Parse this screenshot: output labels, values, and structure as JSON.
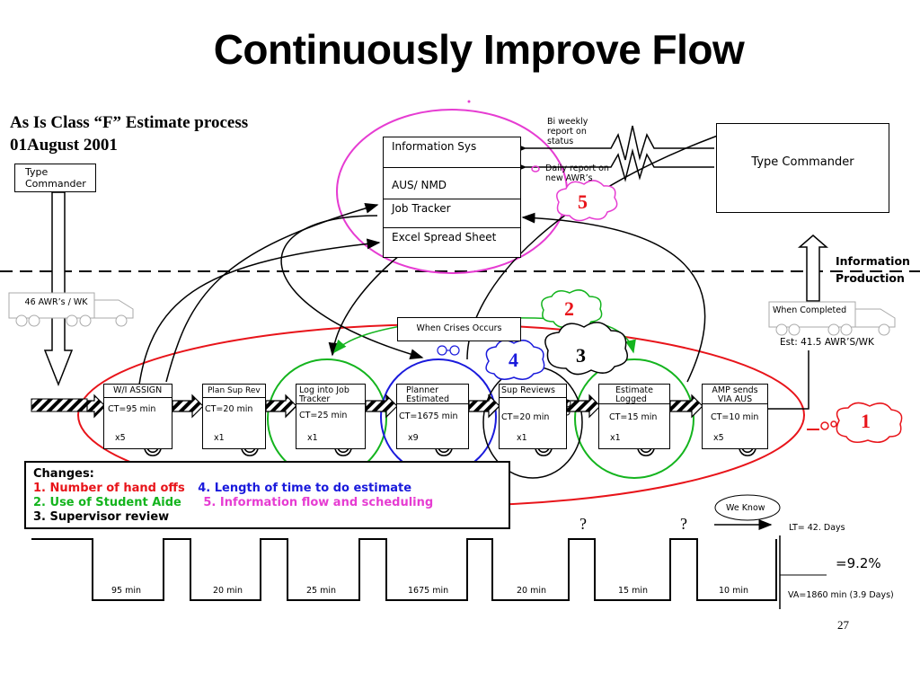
{
  "slide": {
    "title": "Continuously Improve Flow",
    "subtitle_line1": "As Is Class “F” Estimate process",
    "subtitle_line2": "01August 2001",
    "page_number": "27"
  },
  "left_supplier": {
    "label": "Type Commander",
    "truck_label": "46 AWR’s / WK"
  },
  "right_customer": {
    "label": "Type Commander",
    "truck_label": "When Completed",
    "throughput": "Est: 41.5 AWR’S/WK"
  },
  "flow_labels": {
    "information": "Information",
    "production": "Production"
  },
  "info_systems": [
    "Information Sys",
    "AUS/ NMD",
    "Job Tracker",
    "Excel Spread Sheet"
  ],
  "reports": {
    "biweekly": "Bi weekly report on status",
    "daily": "Daily report on new AWR’s"
  },
  "crisis_box": "When Crises Occurs",
  "processes": [
    {
      "name": "W/I ASSIGN",
      "ct": "CT=95 min",
      "qty": "x5"
    },
    {
      "name": "Plan Sup Rev",
      "ct": "CT=20 min",
      "qty": "x1"
    },
    {
      "name": "Log into Job Tracker",
      "ct": "CT=25 min",
      "qty": "x1"
    },
    {
      "name": "Planner Estimated",
      "ct": "CT=1675 min",
      "qty": "x9"
    },
    {
      "name": "Sup Reviews",
      "ct": "CT=20 min",
      "qty": "x1"
    },
    {
      "name": "Estimate Logged in",
      "ct": "CT=15 min",
      "qty": "x1"
    },
    {
      "name": "AMP sends VIA AUS",
      "ct": "CT=10 min",
      "qty": "x5"
    }
  ],
  "bursts": {
    "b1": "1",
    "b2": "2",
    "b3": "3",
    "b4": "4",
    "b5": "5"
  },
  "changes": {
    "heading": "Changes:",
    "items": [
      {
        "text": "1. Number of hand offs",
        "color": "#e8141a"
      },
      {
        "text": "4. Length of time to do estimate",
        "color": "#1a1adc"
      },
      {
        "text": "2. Use of Student Aide",
        "color": "#14b41e"
      },
      {
        "text": "5. Information flow and scheduling",
        "color": "#e63cd2"
      },
      {
        "text": "3. Supervisor review",
        "color": "#000000"
      }
    ]
  },
  "timeline": {
    "times": [
      "95 min",
      "20 min",
      "25 min",
      "1675 min",
      "20 min",
      "15 min",
      "10 min"
    ],
    "question_marks": [
      "?",
      "?"
    ],
    "we_know": "We Know",
    "lead_time": "LT= 42. Days",
    "ratio": "=9.2%",
    "value_added": "VA=1860 min (3.9 Days)"
  },
  "colors": {
    "red": "#e8141a",
    "green": "#14b41e",
    "blue": "#1a1adc",
    "magenta": "#e63cd2"
  }
}
